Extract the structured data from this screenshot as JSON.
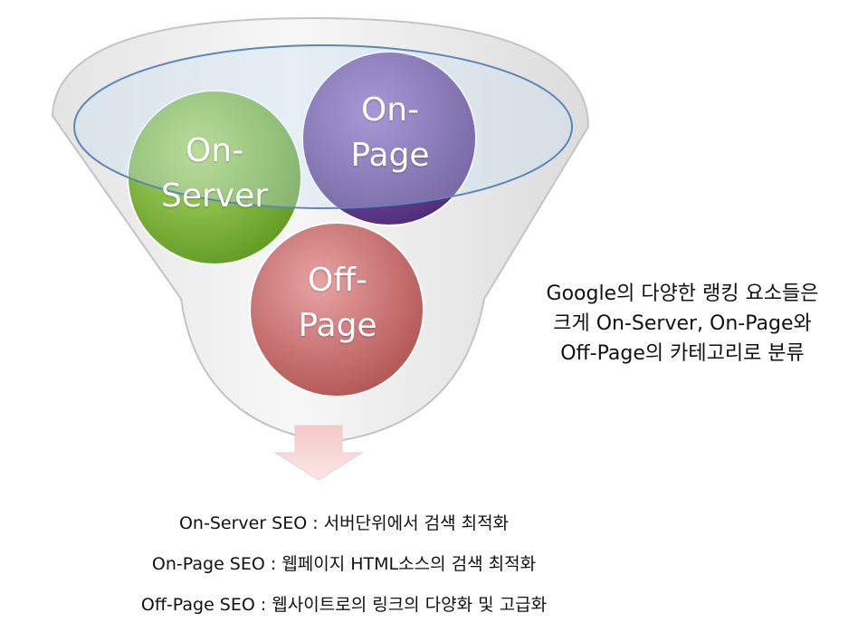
{
  "colors": {
    "on_server": "#86b83a",
    "on_page": "#6a3f98",
    "off_page": "#c86a6a",
    "funnel_rim": "#5b86b8",
    "arrow": "#f0b8b8"
  },
  "circles": {
    "on_server": "On-\nServer",
    "on_page": "On-\nPage",
    "off_page": "Off-\nPage"
  },
  "side_note": {
    "line1": "Google의 다양한 랭킹 요소들은",
    "line2": "크게 On-Server, On-Page와",
    "line3": "Off-Page의 카테고리로 분류"
  },
  "bottom_list": [
    "On-Server SEO : 서버단위에서 검색 최적화",
    "On-Page SEO : 웹페이지 HTML소스의 검색 최적화",
    "Off-Page SEO : 웹사이트로의 링크의 다양화 및 고급화"
  ]
}
